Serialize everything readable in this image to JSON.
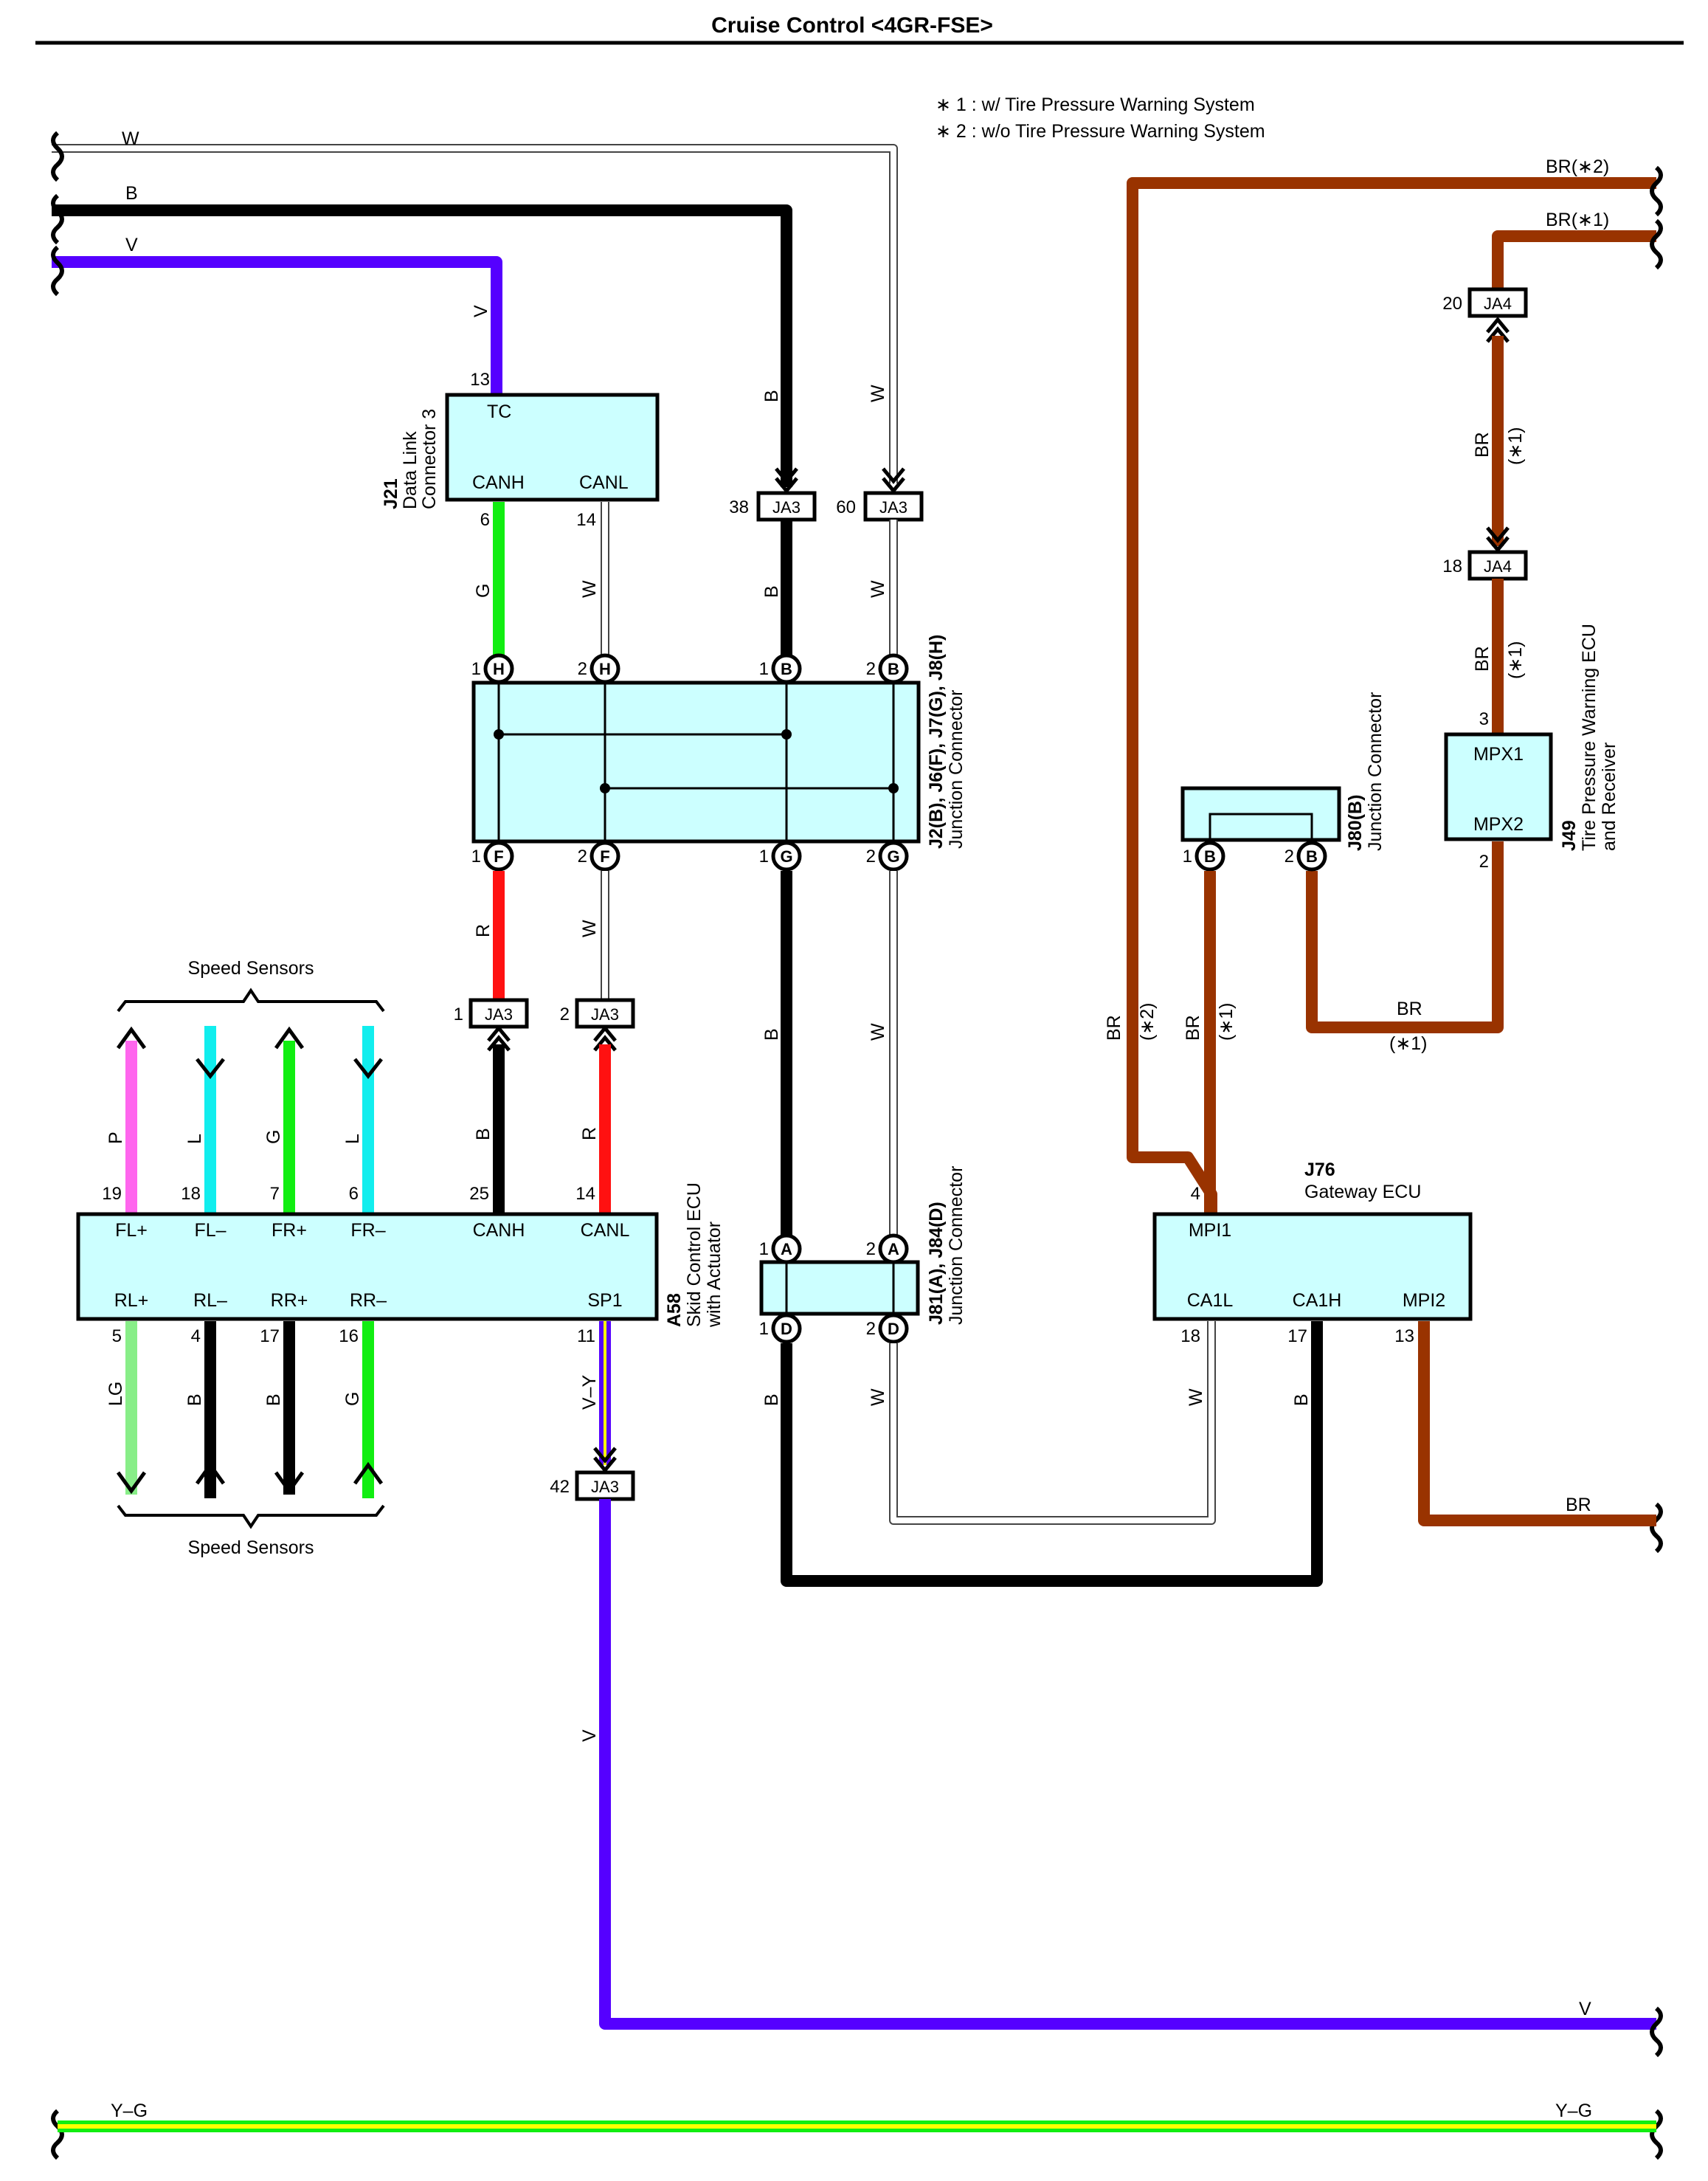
{
  "title": "Cruise Control <4GR-FSE>",
  "notes": [
    "∗ 1 : w/ Tire Pressure Warning System",
    "∗ 2 : w/o Tire Pressure Warning System"
  ],
  "colors": {
    "W": "#ffffff",
    "B": "#000000",
    "V": "#5500ff",
    "G": "#11ee11",
    "R": "#ff1111",
    "L": "#11eeee",
    "P": "#ff66ee",
    "LG": "#88ee88",
    "BR": "#993300",
    "Y": "#ffff00",
    "box_fill": "#ccffff"
  },
  "wire_labels": {
    "w_top": "W",
    "b_top": "B",
    "v_top": "V",
    "v_vert": "V",
    "b_vert": "B",
    "w_vert": "W",
    "g_can": "G",
    "w_can": "W",
    "b_mid": "B",
    "w_mid": "W",
    "r_lower": "R",
    "w_lower": "W",
    "b_long": "B",
    "w_long": "W",
    "br2_top": "BR(∗2)",
    "br1_top": "BR(∗1)",
    "br_up": "BR",
    "br_up_note": "(∗1)",
    "br_lo": "BR",
    "br_lo_note": "(∗1)",
    "br_h": "BR",
    "br_h_note": "(∗1)",
    "br_v2": "BR",
    "br_v2_note": "(∗2)",
    "br_v1": "BR",
    "br_v1_note": "(∗1)",
    "b_sc": "B",
    "r_sc": "R",
    "p": "P",
    "l1": "L",
    "g1": "G",
    "l2": "L",
    "lg": "LG",
    "b1": "B",
    "b2": "B",
    "g2": "G",
    "vy": "V–Y",
    "v_bottom": "V",
    "v_right": "V",
    "w_gw": "W",
    "b_gw": "B",
    "br_right": "BR",
    "yg_left": "Y–G",
    "yg_right": "Y–G"
  },
  "connectors": {
    "j21": {
      "id": "J21",
      "name_1": "Data Link",
      "name_2": "Connector 3",
      "pins": {
        "tc": "TC",
        "canh": "CANH",
        "canl": "CANL"
      },
      "nums": {
        "tc": "13",
        "canh": "6",
        "canl": "14"
      }
    },
    "j2": {
      "id": "J2(B), J6(F), J7(G), J8(H)",
      "name": "Junction Connector",
      "top": [
        [
          "1",
          "H"
        ],
        [
          "2",
          "H"
        ],
        [
          "1",
          "B"
        ],
        [
          "2",
          "B"
        ]
      ],
      "bottom": [
        [
          "1",
          "F"
        ],
        [
          "2",
          "F"
        ],
        [
          "1",
          "G"
        ],
        [
          "2",
          "G"
        ]
      ]
    },
    "a58": {
      "id": "A58",
      "name_1": "Skid Control ECU",
      "name_2": "with Actuator",
      "top_pins": [
        "FL+",
        "FL–",
        "FR+",
        "FR–",
        "CANH",
        "CANL"
      ],
      "top_nums": [
        "19",
        "18",
        "7",
        "6",
        "25",
        "14"
      ],
      "bottom_pins": [
        "RL+",
        "RL–",
        "RR+",
        "RR–",
        "SP1"
      ],
      "bottom_nums": [
        "5",
        "4",
        "17",
        "16",
        "11"
      ]
    },
    "j81": {
      "id": "J81(A), J84(D)",
      "name": "Junction Connector",
      "top": [
        [
          "1",
          "A"
        ],
        [
          "2",
          "A"
        ]
      ],
      "bottom": [
        [
          "1",
          "D"
        ],
        [
          "2",
          "D"
        ]
      ]
    },
    "j80": {
      "id": "J80(B)",
      "name": "Junction Connector",
      "pins": [
        [
          "1",
          "B"
        ],
        [
          "2",
          "B"
        ]
      ]
    },
    "j49": {
      "id": "J49",
      "name_1": "Tire Pressure Warning ECU",
      "name_2": "and Receiver",
      "pins": {
        "mpx1": "MPX1",
        "mpx2": "MPX2"
      },
      "nums": {
        "mpx1": "3",
        "mpx2": "2"
      }
    },
    "j76": {
      "id": "J76",
      "name": "Gateway ECU",
      "pins": {
        "mpi1": "MPI1",
        "ca1l": "CA1L",
        "ca1h": "CA1H",
        "mpi2": "MPI2"
      },
      "nums": {
        "mpi1": "4",
        "ca1l": "18",
        "ca1h": "17",
        "mpi2": "13"
      }
    }
  },
  "junctions": {
    "ja3_38": {
      "num": "38",
      "name": "JA3"
    },
    "ja3_60": {
      "num": "60",
      "name": "JA3"
    },
    "ja3_1": {
      "num": "1",
      "name": "JA3"
    },
    "ja3_2": {
      "num": "2",
      "name": "JA3"
    },
    "ja3_42": {
      "num": "42",
      "name": "JA3"
    },
    "ja4_20": {
      "num": "20",
      "name": "JA4"
    },
    "ja4_18": {
      "num": "18",
      "name": "JA4"
    }
  },
  "speed_sensors_top": "Speed Sensors",
  "speed_sensors_bottom": "Speed Sensors"
}
